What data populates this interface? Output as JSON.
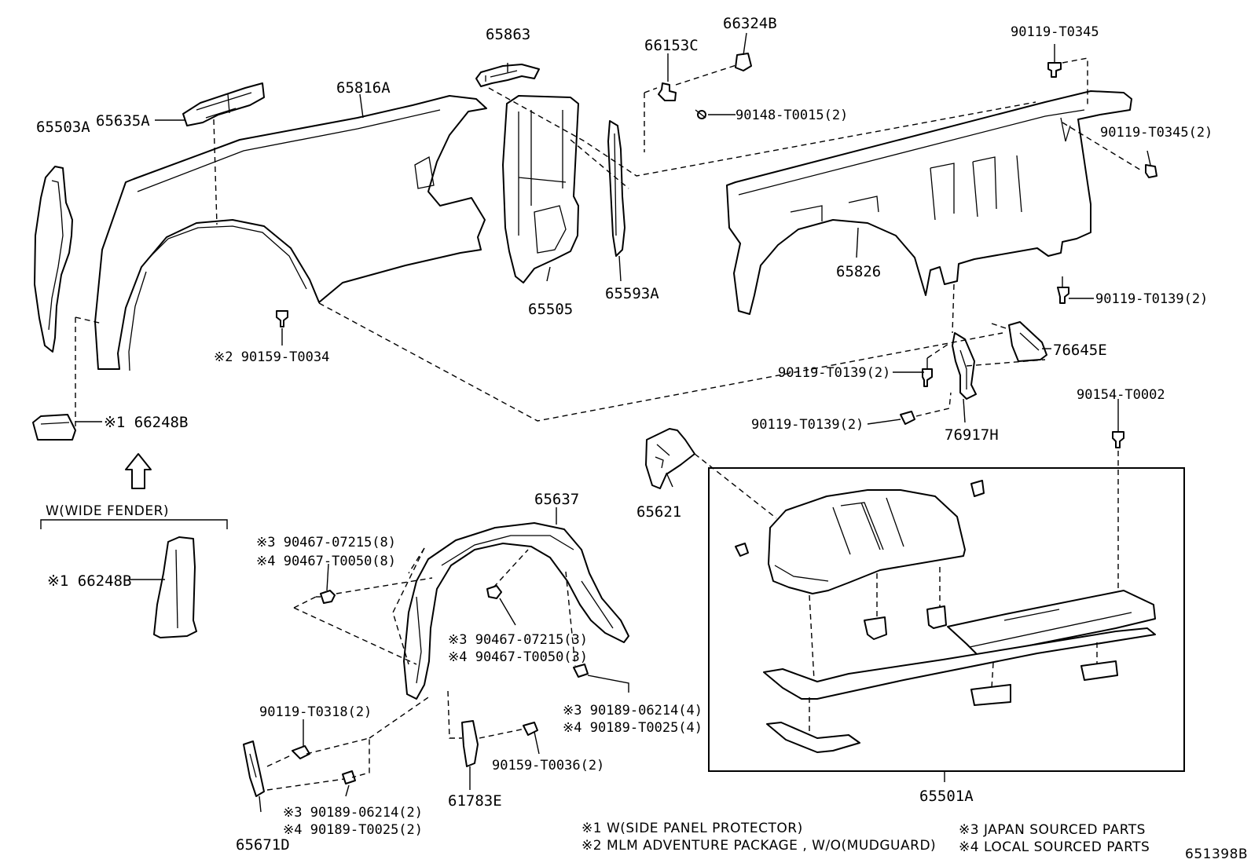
{
  "labels": {
    "l_65503A": "65503A",
    "l_65635A": "65635A",
    "l_65816A": "65816A",
    "l_65863": "65863",
    "l_66153C": "66153C",
    "l_66324B": "66324B",
    "l_90119_T0345": "90119-T0345",
    "l_90148_T0015": "90148-T0015(2)",
    "l_90119_T0345_2": "90119-T0345(2)",
    "l_65505": "65505",
    "l_65593A": "65593A",
    "l_65826": "65826",
    "l_90119_T0139_a": "90119-T0139(2)",
    "l_90159_T0034": "※2 90159-T0034",
    "l_76645E": "76645E",
    "l_90119_T0139_b": "90119-T0139(2)",
    "l_90119_T0139_c": "90119-T0139(2)",
    "l_76917H": "76917H",
    "l_90154_T0002": "90154-T0002",
    "l_66248B_top": "※1 66248B",
    "l_wide_fender": "W(WIDE FENDER)",
    "l_66248B_side": "※1 66248B",
    "l_65621": "65621",
    "l_65637": "65637",
    "l_90467_07215_8": "※3 90467-07215(8)",
    "l_90467_T0050_8": "※4 90467-T0050(8)",
    "l_90467_07215_3": "※3 90467-07215(3)",
    "l_90467_T0050_3": "※4 90467-T0050(3)",
    "l_90189_06214_4": "※3 90189-06214(4)",
    "l_90189_T0025_4": "※4 90189-T0025(4)",
    "l_90119_T0318": "90119-T0318(2)",
    "l_90159_T0036": "90159-T0036(2)",
    "l_90189_06214_2": "※3 90189-06214(2)",
    "l_90189_T0025_2": "※4 90189-T0025(2)",
    "l_61783E": "61783E",
    "l_65671D": "65671D",
    "l_65501A": "65501A"
  },
  "notes": {
    "n1": "※1 W(SIDE PANEL PROTECTOR)",
    "n2": "※2 MLM ADVENTURE PACKAGE , W/O(MUDGUARD)",
    "n3": "※3 JAPAN SOURCED PARTS",
    "n4": "※4 LOCAL SOURCED PARTS"
  },
  "figure_id": "651398B"
}
